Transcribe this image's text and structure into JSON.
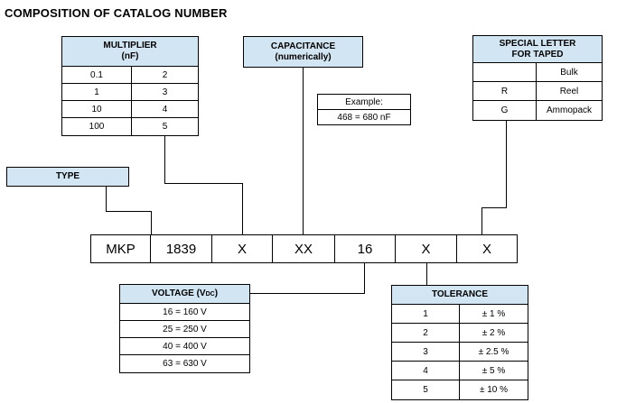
{
  "title": "COMPOSITION OF CATALOG NUMBER",
  "type_box": {
    "label": "TYPE"
  },
  "multiplier": {
    "header_line1": "MULTIPLIER",
    "header_line2": "(nF)",
    "rows": [
      [
        "0.1",
        "2"
      ],
      [
        "1",
        "3"
      ],
      [
        "10",
        "4"
      ],
      [
        "100",
        "5"
      ]
    ]
  },
  "capacitance": {
    "header_line1": "CAPACITANCE",
    "header_line2": "(numerically)",
    "example_label": "Example:",
    "example_value": "468 = 680 nF"
  },
  "special_letter": {
    "header_line1": "SPECIAL LETTER",
    "header_line2": "FOR TAPED",
    "rows": [
      [
        "",
        "Bulk"
      ],
      [
        "R",
        "Reel"
      ],
      [
        "G",
        "Ammopack"
      ]
    ]
  },
  "catalog_number": {
    "segments": [
      "MKP",
      "1839",
      "X",
      "XX",
      "16",
      "X",
      "X"
    ]
  },
  "voltage": {
    "header_prefix": "VOLTAGE (V",
    "header_sub": "DC",
    "header_suffix": ")",
    "rows": [
      "16 = 160 V",
      "25 = 250 V",
      "40 = 400 V",
      "63 = 630 V"
    ]
  },
  "tolerance": {
    "header": "TOLERANCE",
    "rows": [
      [
        "1",
        "± 1 %"
      ],
      [
        "2",
        "± 2 %"
      ],
      [
        "3",
        "± 2.5 %"
      ],
      [
        "4",
        "± 5 %"
      ],
      [
        "5",
        "± 10 %"
      ]
    ]
  },
  "colors": {
    "header_fill": "#d2e5f2",
    "border": "#000000",
    "text": "#000000"
  }
}
